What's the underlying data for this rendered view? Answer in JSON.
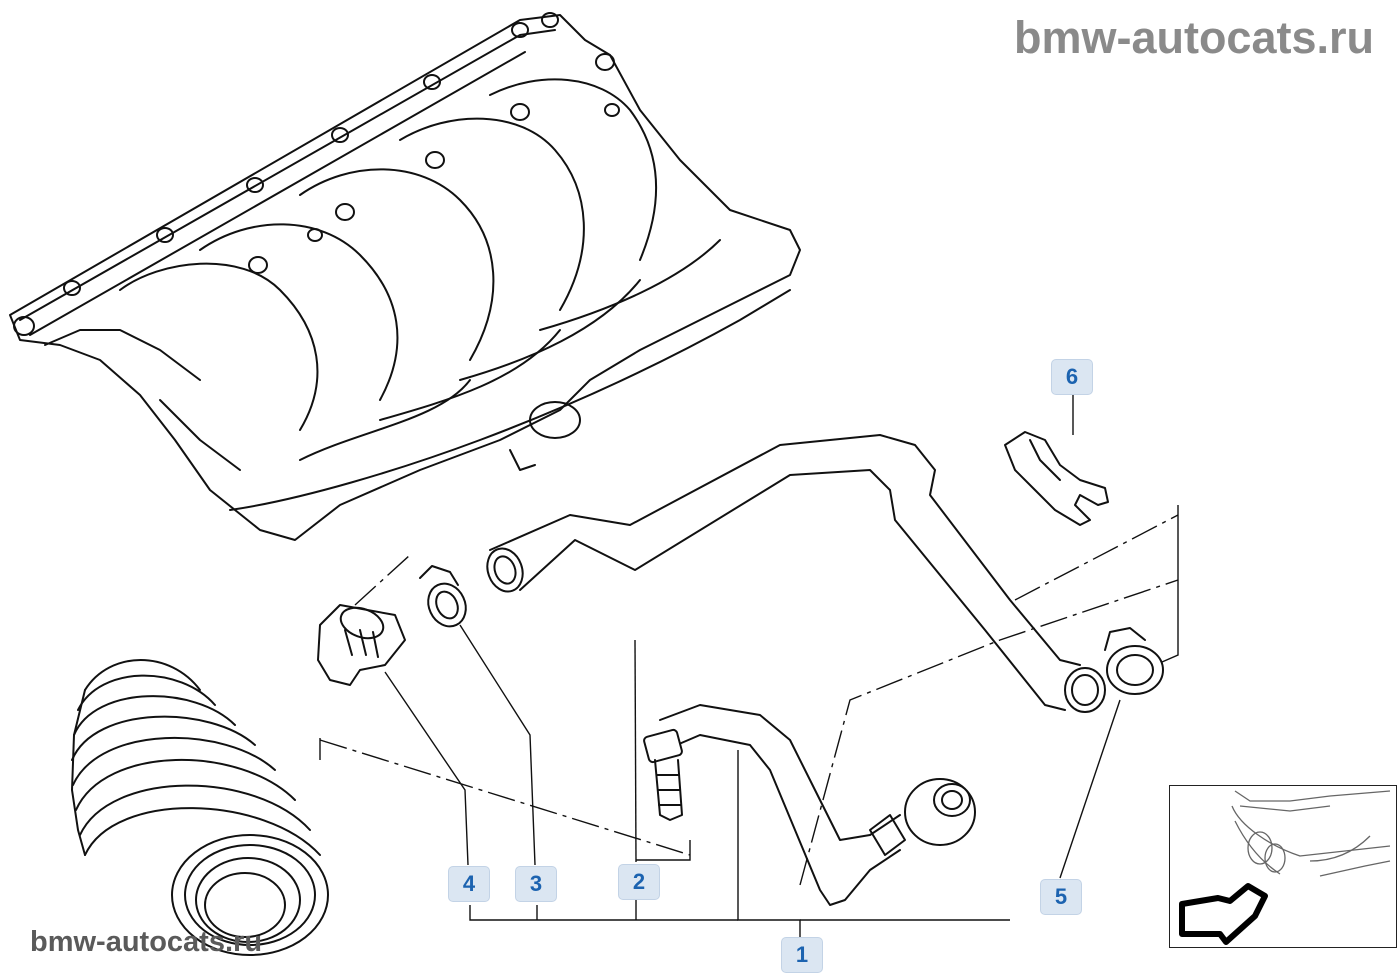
{
  "watermark": {
    "top": "bmw-autocats.ru",
    "bottom": "bmw-autocats.ru"
  },
  "callouts": [
    {
      "number": "1",
      "part": "vent-hose"
    },
    {
      "number": "2",
      "part": "hose-nipple"
    },
    {
      "number": "3",
      "part": "hose-clamp"
    },
    {
      "number": "4",
      "part": "pressure-control-valve"
    },
    {
      "number": "5",
      "part": "hose-clamp"
    },
    {
      "number": "6",
      "part": "spring-clip"
    }
  ],
  "thumbnail": {
    "icon": "car-front-locator-icon",
    "arrow": "direction-arrow-icon"
  }
}
